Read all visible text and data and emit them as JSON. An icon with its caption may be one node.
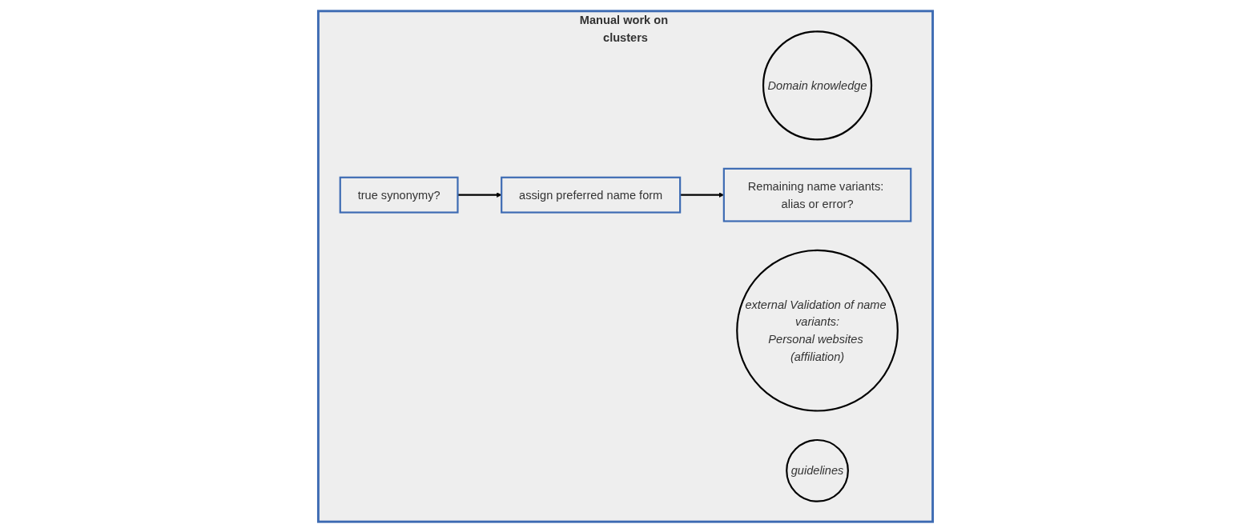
{
  "diagram": {
    "nodes": [
      {
        "text": [
          "Manual work on clusters"
        ]
      },
      {
        "text": [
          "Domain knowledge"
        ],
        "in": 0
      },
      {
        "text": [
          "true synonymy?"
        ],
        "in": 0
      },
      {
        "text": [
          "external Validation of name variants:",
          "Personal websites (affiliation)"
        ],
        "in": 0
      },
      {
        "text": [
          "assign preferred name form"
        ],
        "in": 0
      },
      {
        "text": [
          "guidelines"
        ],
        "in": 0
      },
      {
        "text": [
          "Remaining name variants: alias or error?"
        ],
        "in": 0
      }
    ],
    "edges": [
      {
        "from": 2,
        "to": 4,
        "arrow": "to"
      },
      {
        "from": 4,
        "to": 6,
        "arrow": "to"
      }
    ]
  }
}
